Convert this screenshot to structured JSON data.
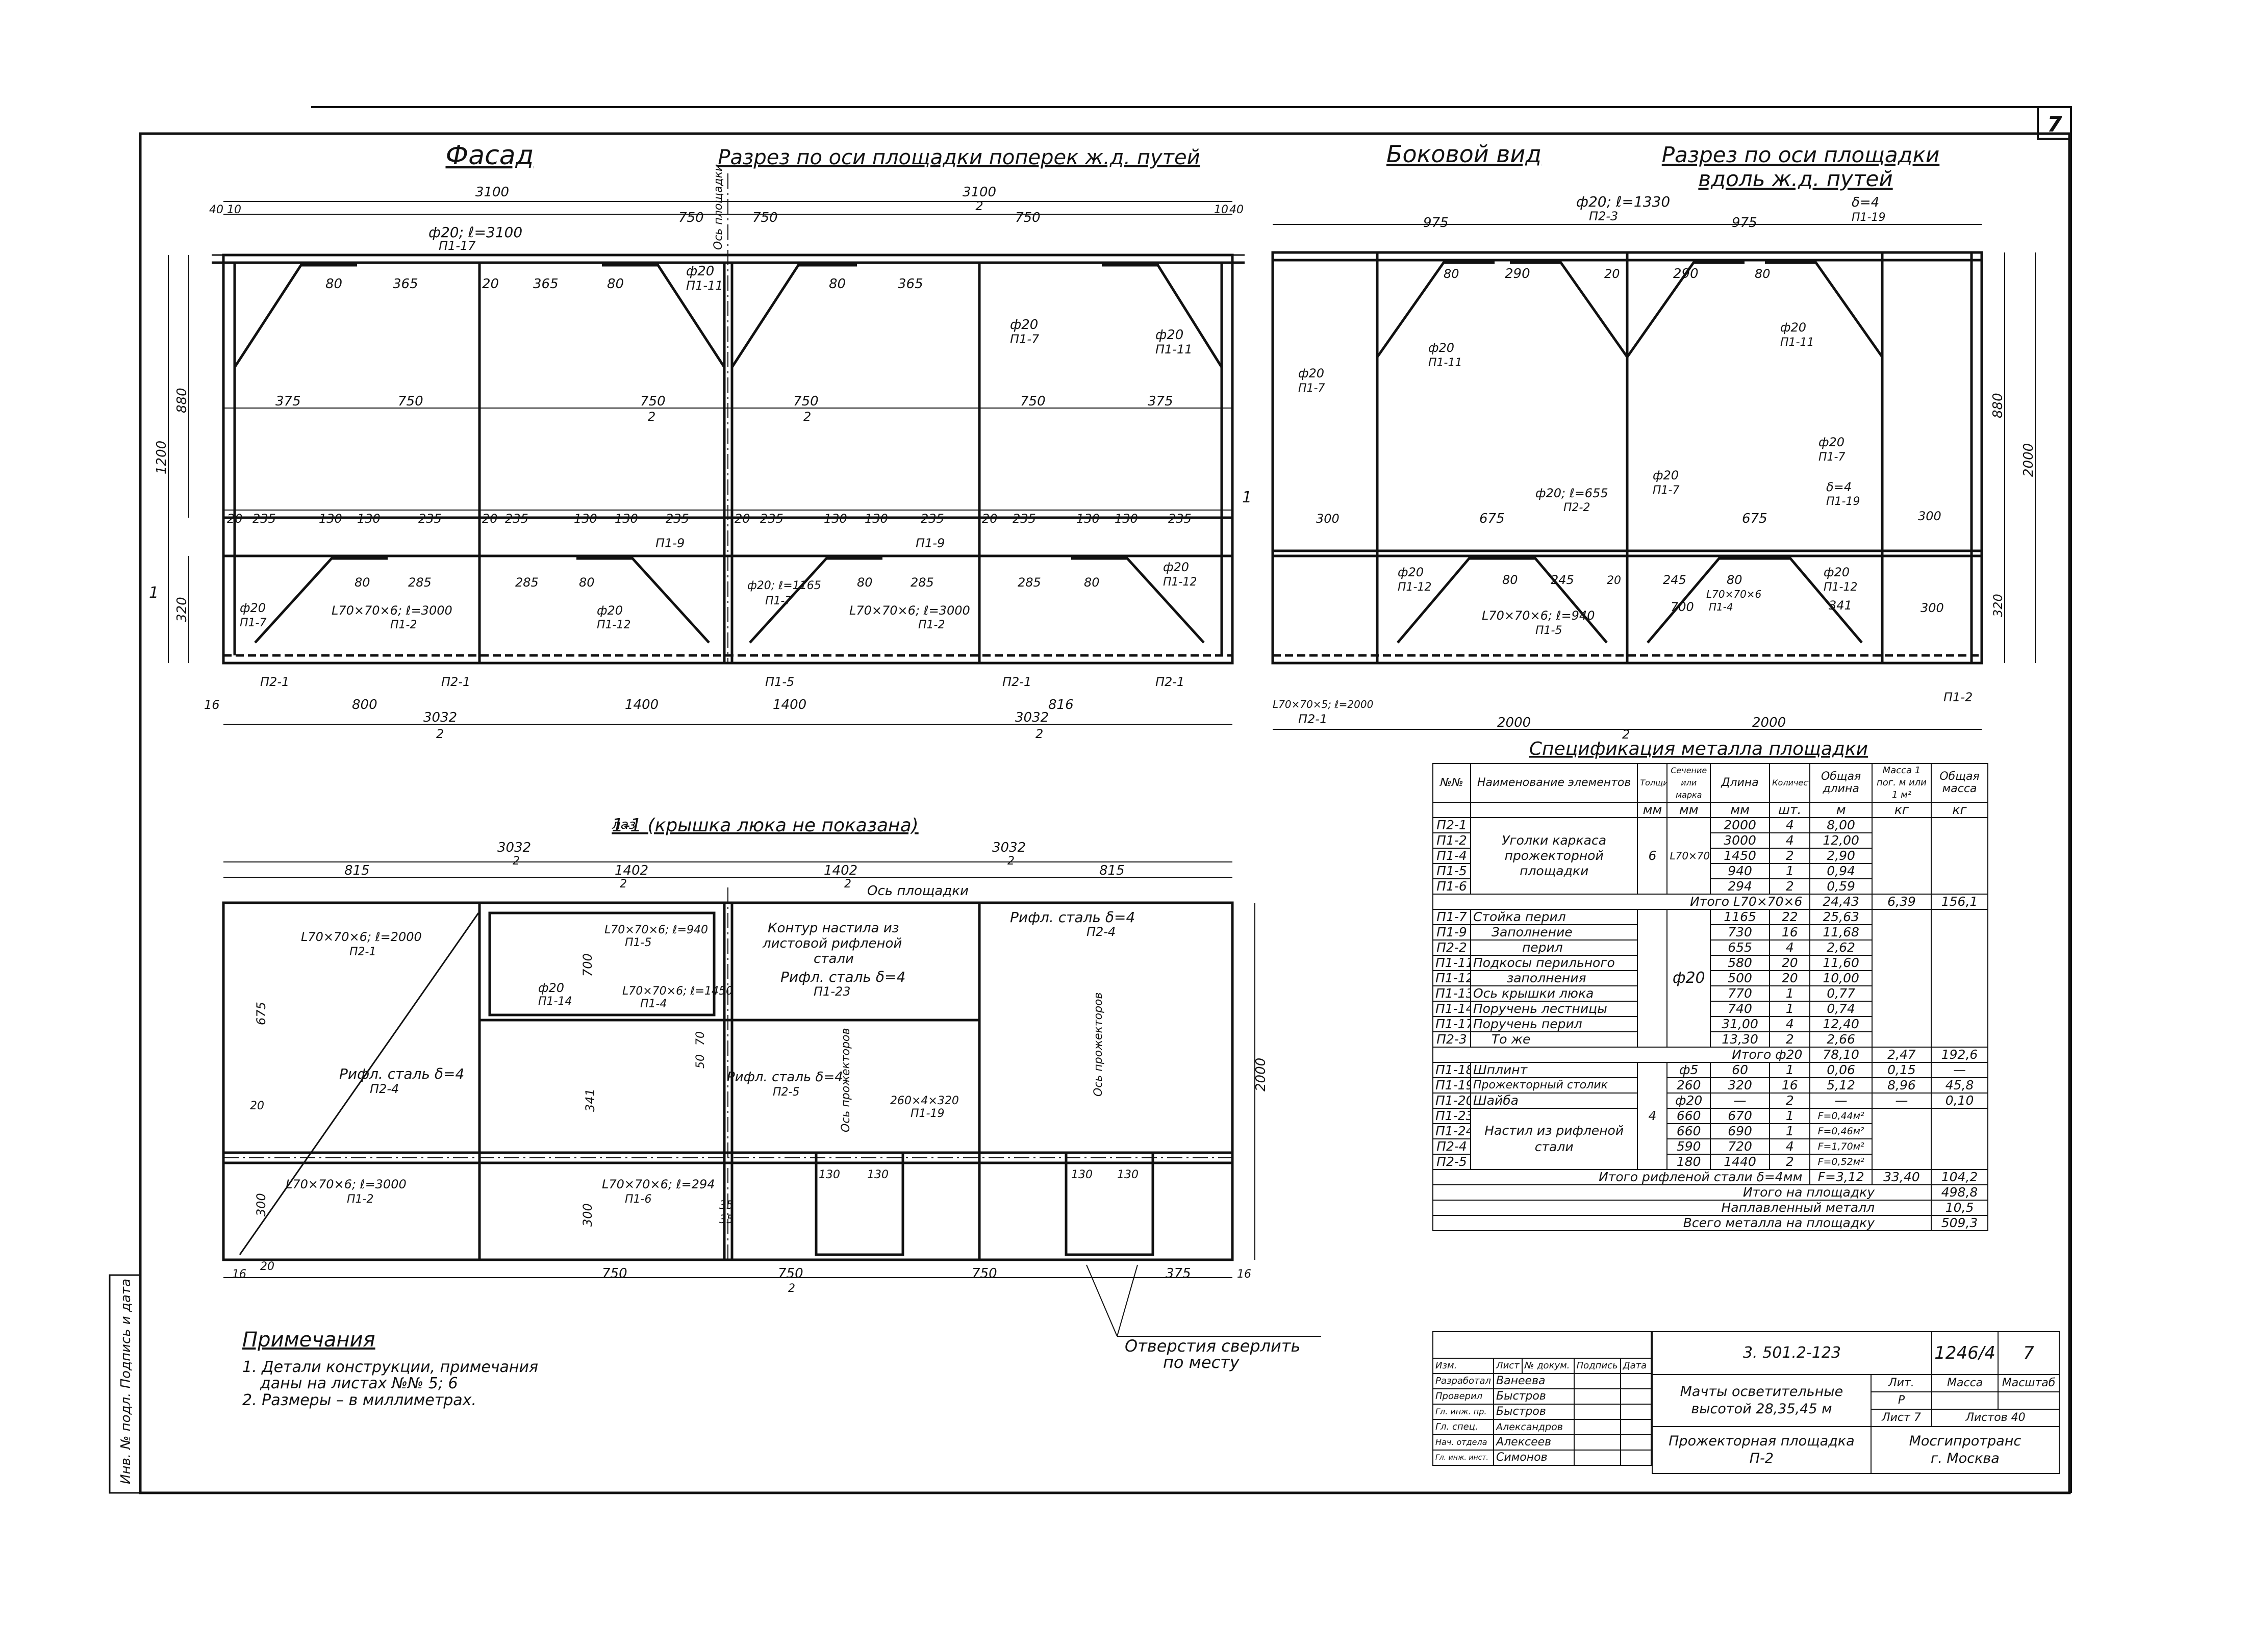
{
  "sheet": {
    "page_number": "7",
    "code": "1246/4",
    "code_sheet": "7",
    "doc_number": "3. 501.2-123",
    "title_1": "Мачты осветительные",
    "title_2": "высотой 28,35,45 м",
    "drawing_name_1": "Прожекторная площадка",
    "drawing_name_2": "П-2",
    "org_1": "Мосгипротранс",
    "org_2": "г. Москва",
    "stage_label": "Лит.",
    "stage_value": "Р",
    "mass_label": "Масса",
    "scale_label": "Масштаб",
    "sheet_label": "Лист 7",
    "sheets_label": "Листов 40",
    "side_stamp": "Инв. № подл.   Подпись и дата"
  },
  "stamp_people": {
    "headers": [
      "Изм.",
      "Лист",
      "№ докум.",
      "Подпись",
      "Дата"
    ],
    "rows": [
      {
        "role": "Разработал",
        "name": "Ванеева"
      },
      {
        "role": "Проверил",
        "name": "Быстров"
      },
      {
        "role": "Гл. инж. пр.",
        "name": "Быстров"
      },
      {
        "role": "Гл. спец.",
        "name": "Александров"
      },
      {
        "role": "Нач. отдела",
        "name": "Алексеев"
      },
      {
        "role": "Гл. инж. инст.",
        "name": "Симонов"
      }
    ]
  },
  "views": {
    "facade_title": "Фасад",
    "cross_section_title": "Разрез по оси площадки поперек ж.д. путей",
    "side_view_title": "Боковой вид",
    "long_section_title_1": "Разрез по оси площадки",
    "long_section_title_2": "вдоль ж.д. путей",
    "plan_title": "1-1 (крышка люка не показана)"
  },
  "facade": {
    "dim_top_left": "3100",
    "dim_top_right": "3100",
    "dim_top_right_sub": "2",
    "dim_row": [
      "40",
      "10",
      "750",
      "750",
      "750",
      "10",
      "40"
    ],
    "bar_label": "ф20; ℓ=3100",
    "bar_sub": "П1-17",
    "axis_label": "Ось площадки",
    "d80": "80",
    "d365": "365",
    "d20": "20",
    "d375": "375",
    "d750": "750",
    "d2": "2",
    "h880": "880",
    "h1200": "1200",
    "h320": "320",
    "mid_row": [
      "20",
      "235",
      "130",
      "130",
      "235",
      "20",
      "235",
      "130",
      "130",
      "235"
    ],
    "d285": "285",
    "p_f20": "ф20",
    "p_p1_11": "П1-11",
    "p_p1_7": "П1-7",
    "p_p1_9": "П1-9",
    "p_p1_12": "П1-12",
    "p_p1_5": "П1-5",
    "p_p2_1": "П2-1",
    "p_p1_2": "П1-2",
    "angle_label": "L70×70×6; ℓ=3000",
    "f20_1165": "ф20; ℓ=1165",
    "bottom_dims": [
      "16",
      "800",
      "1400",
      "1400",
      "816"
    ],
    "total_left": "3032",
    "total_right": "3032",
    "section_mark": "1"
  },
  "side": {
    "top_bar": "ф20; ℓ=1330",
    "top_bar_sub": "П2-3",
    "d975": "975",
    "d4": "δ=4",
    "p1_19": "П1-19",
    "d80": "80",
    "d290": "290",
    "d20": "20",
    "h880": "880",
    "h2000": "2000",
    "h320": "320",
    "bar655": "ф20; ℓ=655",
    "bar655_sub": "П2-2",
    "d300": "300",
    "d675": "675",
    "d245": "245",
    "d700": "700",
    "d341": "341",
    "angle940": "L70×70×6; ℓ=940",
    "angle_small": "L70×70×6",
    "p1_4": "П1-4",
    "p1_5": "П1-5",
    "p1_12": "П1-12",
    "p1_11": "П1-11",
    "p1_7": "П1-7",
    "p2_1": "П2-1",
    "p2_2": "П2-2",
    "angle2000": "L70×70×5; ℓ=2000",
    "w2000": "2000"
  },
  "plan": {
    "hatch_label": "лаз",
    "d3032": "3032",
    "d815": "815",
    "d1402": "1402",
    "axis": "Ось площадки",
    "angle2000": "L70×70×6; ℓ=2000",
    "p2_1": "П2-1",
    "angle940": "L70×70×6; ℓ=940",
    "angle1450": "L70×70×6; ℓ=1450",
    "p1_5": "П1-5",
    "p1_4": "П1-4",
    "p1_14": "П1-14",
    "contour_1": "Контур настила из",
    "contour_2": "листовой рифленой",
    "contour_3": "стали",
    "riff_p1_23": "Рифл. сталь δ=4",
    "p1_23": "П1-23",
    "riff_p2_4a": "Рифл. сталь δ=4",
    "p2_4": "П2-4",
    "riff_p2_5": "Рифл. сталь δ=4",
    "p2_5": "П2-5",
    "plate": "260×4×320",
    "p1_19": "П1-19",
    "axis_proj": "Ось прожекторов",
    "angle3000": "L70×70×6; ℓ=3000",
    "p1_2": "П1-2",
    "angle294": "L70×70×6; ℓ=294",
    "p1_6": "П1-6",
    "d675": "675",
    "d700": "700",
    "d341": "341",
    "d300": "300",
    "d130": "130",
    "d35": "35",
    "d20": "20",
    "d750": "750",
    "d375": "375",
    "d16": "16",
    "d2000": "2000",
    "d50": "50",
    "d70": "70",
    "holes": "Отверстия сверлить",
    "holes_2": "по месту"
  },
  "notes": {
    "title": "Примечания",
    "line_1": "1. Детали конструкции, примечания",
    "line_2": "даны на листах №№ 5; 6",
    "line_3": "2. Размеры – в миллиметрах."
  },
  "spec": {
    "title": "Спецификация металла площадки",
    "headers": [
      "№№",
      "Наименование элементов",
      "Толщина",
      "Сечение или марка",
      "Длина",
      "Количество",
      "Общая длина",
      "Масса 1 пог. м или 1 м²",
      "Общая масса"
    ],
    "units": [
      "",
      "",
      "мм",
      "мм",
      "мм",
      "шт.",
      "м",
      "кг",
      "кг"
    ],
    "groups": [
      {
        "name": "Уголки каркаса прожекторной площадки",
        "thick": "6",
        "section": "L70×70",
        "rows": [
          {
            "id": "П2-1",
            "length": "2000",
            "qty": "4",
            "total": "8,00"
          },
          {
            "id": "П1-2",
            "length": "3000",
            "qty": "4",
            "total": "12,00"
          },
          {
            "id": "П1-4",
            "length": "1450",
            "qty": "2",
            "total": "2,90"
          },
          {
            "id": "П1-5",
            "length": "940",
            "qty": "1",
            "total": "0,94"
          },
          {
            "id": "П1-6",
            "length": "294",
            "qty": "2",
            "total": "0,59"
          }
        ],
        "subtotal_label": "Итого L70×70×6",
        "subtotal_len": "24,43",
        "subtotal_unit": "6,39",
        "subtotal_mass": "156,1"
      },
      {
        "section": "ф20",
        "rows": [
          {
            "id": "П1-7",
            "name": "Стойка перил",
            "length": "1165",
            "qty": "22",
            "total": "25,63"
          },
          {
            "id": "П1-9",
            "name": "Заполнение",
            "length": "730",
            "qty": "16",
            "total": "11,68"
          },
          {
            "id": "П2-2",
            "name": "перил",
            "length": "655",
            "qty": "4",
            "total": "2,62"
          },
          {
            "id": "П1-11",
            "name": "Подкосы перильного",
            "length": "580",
            "qty": "20",
            "total": "11,60"
          },
          {
            "id": "П1-12",
            "name": "заполнения",
            "length": "500",
            "qty": "20",
            "total": "10,00"
          },
          {
            "id": "П1-13",
            "name": "Ось крышки люка",
            "length": "770",
            "qty": "1",
            "total": "0,77"
          },
          {
            "id": "П1-14",
            "name": "Поручень лестницы",
            "length": "740",
            "qty": "1",
            "total": "0,74"
          },
          {
            "id": "П1-17",
            "name": "Поручень перил",
            "length": "31,00",
            "qty": "4",
            "total": "12,40"
          },
          {
            "id": "П2-3",
            "name": "То же",
            "length": "13,30",
            "qty": "2",
            "total": "2,66"
          }
        ],
        "subtotal_label": "Итого ф20",
        "subtotal_len": "78,10",
        "subtotal_unit": "2,47",
        "subtotal_mass": "192,6"
      },
      {
        "thick": "4",
        "rows": [
          {
            "id": "П1-18",
            "name": "Шплинт",
            "section": "ф5",
            "length": "60",
            "qty": "1",
            "total": "0,06",
            "unit": "0,15",
            "mass": "—"
          },
          {
            "id": "П1-19",
            "name": "Прожекторный столик",
            "section": "260",
            "length": "320",
            "qty": "16",
            "total": "5,12",
            "unit": "8,96",
            "mass": "45,8"
          },
          {
            "id": "П1-20",
            "name": "Шайба",
            "section": "ф20",
            "length": "—",
            "qty": "2",
            "total": "—",
            "unit": "—",
            "mass": "0,10"
          }
        ]
      },
      {
        "name": "Настил из рифленой стали",
        "rows": [
          {
            "id": "П1-23",
            "section": "660",
            "length": "670",
            "qty": "1",
            "total": "F=0,44м²"
          },
          {
            "id": "П1-24",
            "section": "660",
            "length": "690",
            "qty": "1",
            "total": "F=0,46м²"
          },
          {
            "id": "П2-4",
            "section": "590",
            "length": "720",
            "qty": "4",
            "total": "F=1,70м²"
          },
          {
            "id": "П2-5",
            "section": "180",
            "length": "1440",
            "qty": "2",
            "total": "F=0,52м²"
          }
        ],
        "subtotal_label": "Итого рифленой стали δ=4мм",
        "subtotal_len": "F=3,12",
        "subtotal_unit": "33,40",
        "subtotal_mass": "104,2"
      }
    ],
    "totals": [
      {
        "label": "Итого на площадку",
        "value": "498,8"
      },
      {
        "label": "Наплавленный металл",
        "value": "10,5"
      },
      {
        "label": "Всего металла на площадку",
        "value": "509,3"
      }
    ]
  }
}
